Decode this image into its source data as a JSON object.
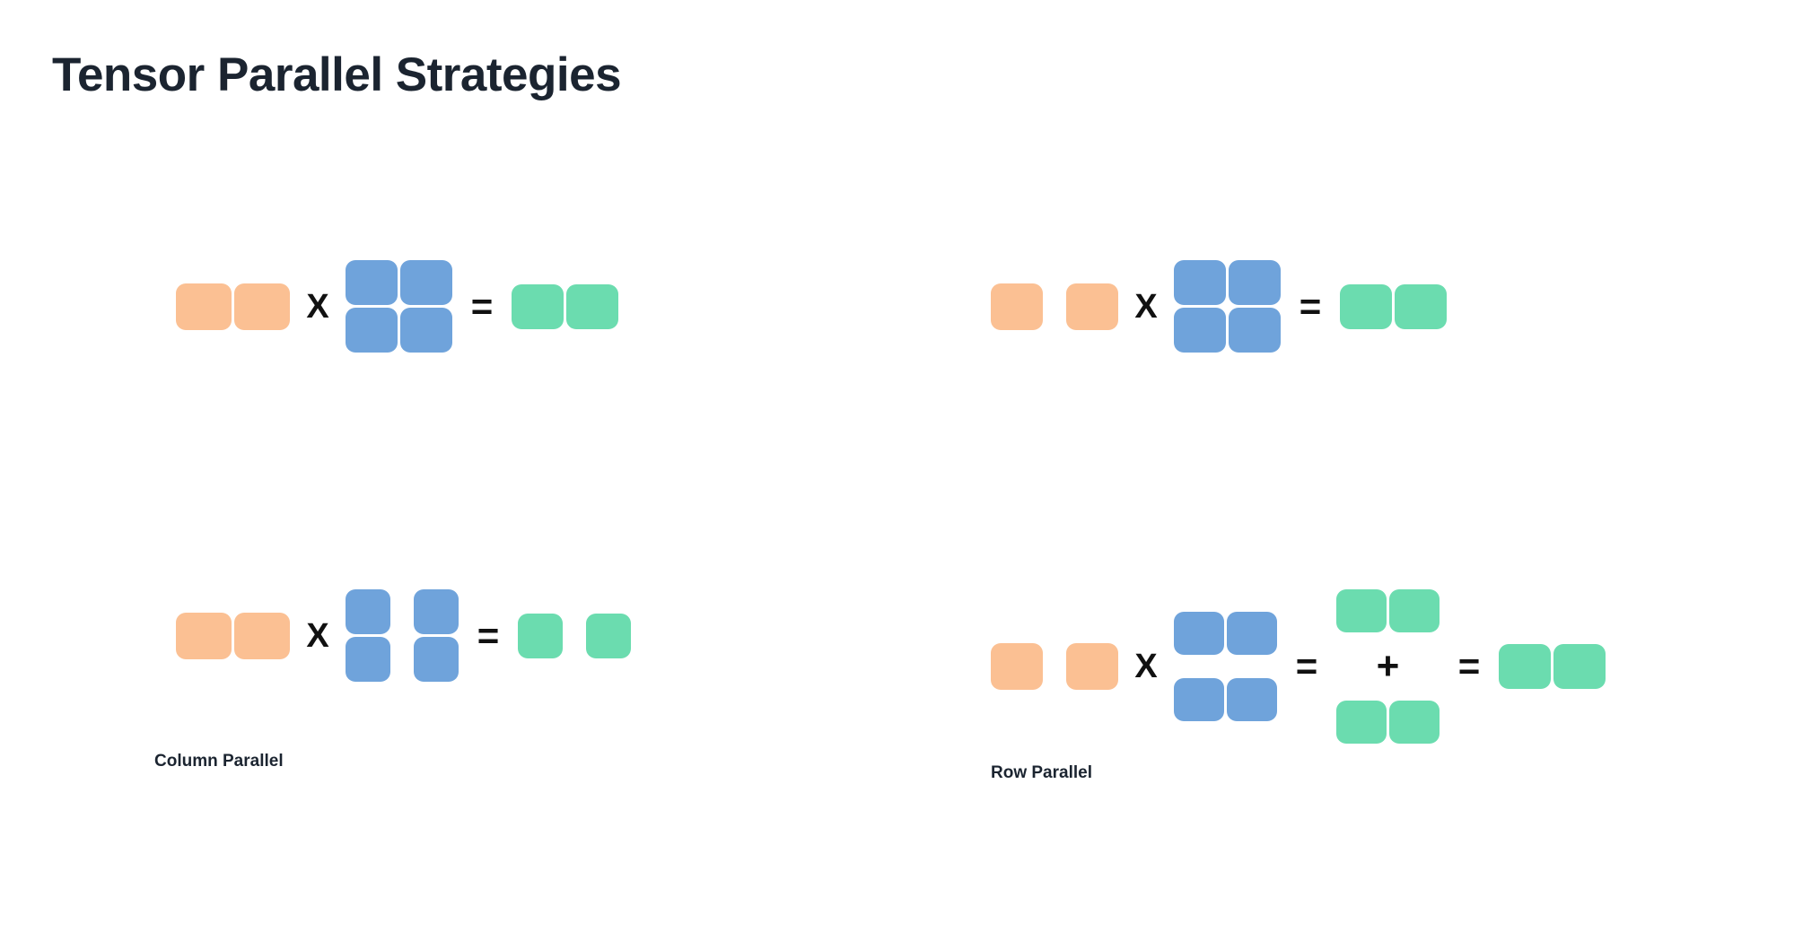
{
  "page": {
    "title": "Tensor Parallel Strategies",
    "background": "#ffffff"
  },
  "colors": {
    "input_orange": "#FBC093",
    "weight_blue": "#6FA3DB",
    "output_green": "#6BDCAF",
    "text_dark": "#1b2430",
    "operator_black": "#111111"
  },
  "operators": {
    "times": "X",
    "equals": "=",
    "plus": "+"
  },
  "captions": {
    "column_parallel": "Column Parallel",
    "row_parallel": "Row Parallel"
  },
  "diagrams": [
    {
      "id": "column-parallel-unsharded",
      "caption": null,
      "position": "top-left",
      "terms": [
        {
          "role": "input",
          "color": "input_orange",
          "rows": 1,
          "cols": 2,
          "split": "none"
        },
        {
          "role": "operator",
          "symbol": "X"
        },
        {
          "role": "weight",
          "color": "weight_blue",
          "rows": 2,
          "cols": 2,
          "split": "none"
        },
        {
          "role": "operator",
          "symbol": "="
        },
        {
          "role": "output",
          "color": "output_green",
          "rows": 1,
          "cols": 2,
          "split": "none"
        }
      ]
    },
    {
      "id": "column-parallel-sharded",
      "caption": "Column Parallel",
      "position": "bottom-left",
      "terms": [
        {
          "role": "input",
          "color": "input_orange",
          "rows": 1,
          "cols": 2,
          "split": "none"
        },
        {
          "role": "operator",
          "symbol": "X"
        },
        {
          "role": "weight",
          "color": "weight_blue",
          "rows": 2,
          "cols": 2,
          "split": "column"
        },
        {
          "role": "operator",
          "symbol": "="
        },
        {
          "role": "output",
          "color": "output_green",
          "rows": 1,
          "cols": 2,
          "split": "column"
        }
      ]
    },
    {
      "id": "row-parallel-unsharded",
      "caption": null,
      "position": "top-right",
      "terms": [
        {
          "role": "input",
          "color": "input_orange",
          "rows": 1,
          "cols": 2,
          "split": "column"
        },
        {
          "role": "operator",
          "symbol": "X"
        },
        {
          "role": "weight",
          "color": "weight_blue",
          "rows": 2,
          "cols": 2,
          "split": "none"
        },
        {
          "role": "operator",
          "symbol": "="
        },
        {
          "role": "output",
          "color": "output_green",
          "rows": 1,
          "cols": 2,
          "split": "none"
        }
      ]
    },
    {
      "id": "row-parallel-sharded",
      "caption": "Row Parallel",
      "position": "bottom-right",
      "terms": [
        {
          "role": "input",
          "color": "input_orange",
          "rows": 1,
          "cols": 2,
          "split": "column"
        },
        {
          "role": "operator",
          "symbol": "X"
        },
        {
          "role": "weight",
          "color": "weight_blue",
          "rows": 2,
          "cols": 2,
          "split": "row"
        },
        {
          "role": "operator",
          "symbol": "="
        },
        {
          "role": "partial-sum",
          "color": "output_green",
          "parts": 2,
          "rows": 1,
          "cols": 2,
          "joiner": "+"
        },
        {
          "role": "operator",
          "symbol": "="
        },
        {
          "role": "output",
          "color": "output_green",
          "rows": 1,
          "cols": 2,
          "split": "none"
        }
      ]
    }
  ]
}
